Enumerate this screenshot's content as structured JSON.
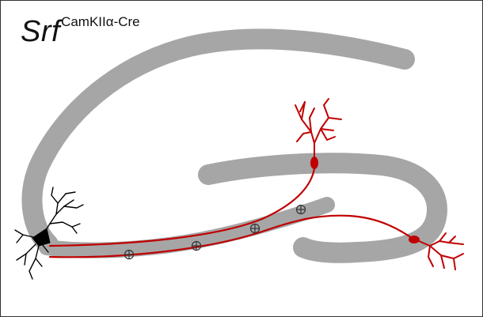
{
  "title": {
    "main": "Srf",
    "superscript": "CamKIIα-Cre"
  },
  "colors": {
    "hippocampus_layers": "#a6a6a6",
    "projection_neuron": "#c00000",
    "source_neuron": "#000000",
    "border": "#333333"
  },
  "markers": {
    "icon": "crossed-circle-icon",
    "count": 4
  }
}
